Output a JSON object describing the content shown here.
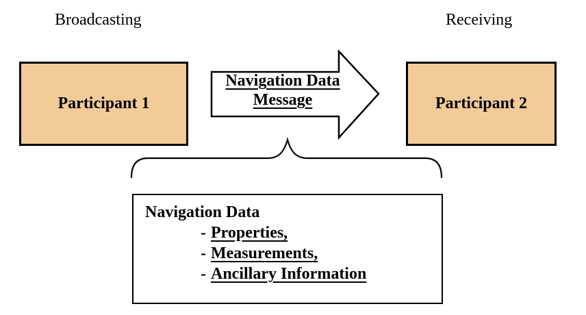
{
  "labels": {
    "broadcasting": "Broadcasting",
    "receiving": "Receiving"
  },
  "participants": [
    {
      "label": "Participant 1"
    },
    {
      "label": "Participant 2"
    }
  ],
  "arrow": {
    "label_line1": "Navigation Data",
    "label_line2": "Message"
  },
  "detail_box": {
    "title": "Navigation Data",
    "items": [
      {
        "prefix": "-",
        "text": "Properties,"
      },
      {
        "prefix": "-",
        "text": "Measurements,"
      },
      {
        "prefix": "-",
        "text": "Ancillary Information"
      }
    ]
  },
  "colors": {
    "participant_fill": "#F2CB98",
    "outline": "#000000",
    "background": "#FFFFFF"
  }
}
